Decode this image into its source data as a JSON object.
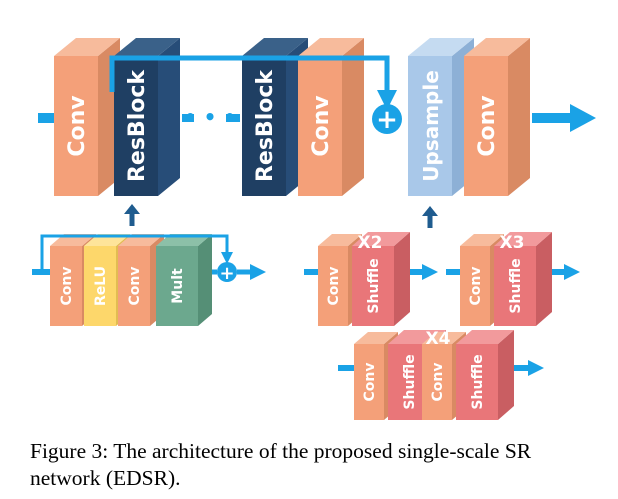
{
  "colors": {
    "conv": "#F4A079",
    "resblock": "#1F3F63",
    "upsample": "#A9C8E9",
    "relu": "#FDD76B",
    "mult": "#6CA88E",
    "shuffle": "#E97679",
    "arrow": "#1AA2E6"
  },
  "main": {
    "conv1": "Conv",
    "resblock1": "ResBlock",
    "dots": "• • •",
    "resblock2": "ResBlock",
    "conv2": "Conv",
    "add_symbol": "+",
    "upsample": "Upsample",
    "conv3": "Conv"
  },
  "resblock_detail": {
    "conv1": "Conv",
    "relu": "ReLU",
    "conv2": "Conv",
    "mult": "Mult",
    "add_symbol": "+"
  },
  "upsample_x2": {
    "scale": "X2",
    "conv": "Conv",
    "shuffle": "Shuffle"
  },
  "upsample_x3": {
    "scale": "X3",
    "conv": "Conv",
    "shuffle": "Shuffle"
  },
  "upsample_x4": {
    "scale": "X4",
    "conv1": "Conv",
    "shuffle1": "Shuffle",
    "conv2": "Conv",
    "shuffle2": "Shuffle"
  },
  "caption": "Figure 3: The architecture of the proposed single-scale SR network (EDSR)."
}
